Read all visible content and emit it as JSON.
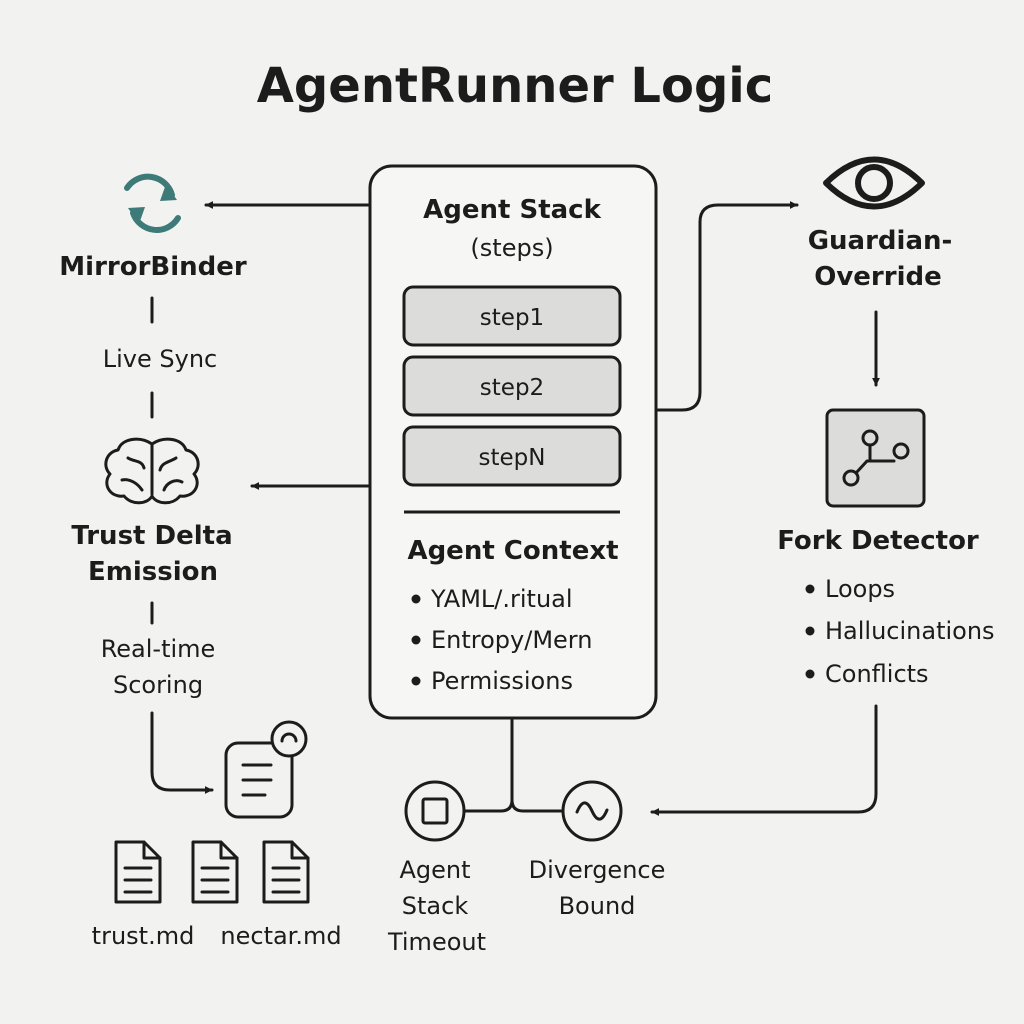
{
  "title": "AgentRunner Logic",
  "agent_stack": {
    "title": "Agent Stack",
    "subtitle": "(steps)",
    "steps": [
      "step1",
      "step2",
      "stepN"
    ],
    "context_title": "Agent Context",
    "context_items": [
      "YAML/.ritual",
      "Entropy/Mern",
      "Permissions"
    ]
  },
  "mirror_binder": {
    "label": "MirrorBinder",
    "icon": "sync-arrows-icon",
    "icon_color": "#3d7a78"
  },
  "live_sync": "Live Sync",
  "trust_delta": {
    "line1": "Trust Delta",
    "line2": "Emission",
    "icon": "brain-icon"
  },
  "real_time": {
    "line1": "Real-time",
    "line2": "Scoring"
  },
  "report": {
    "icon": "document-badge-icon"
  },
  "files": {
    "icons": [
      "file-icon",
      "file-icon",
      "file-icon"
    ],
    "labels": [
      "trust.md",
      "nectar.md"
    ]
  },
  "guardian": {
    "line1": "Guardian-",
    "line2": "Override",
    "icon": "eye-icon"
  },
  "fork_detector": {
    "title": "Fork Detector",
    "icon": "branch-icon",
    "items": [
      "Loops",
      "Hallucinations",
      "Conflicts"
    ]
  },
  "timeout": {
    "lines": [
      "Agent",
      "Stack",
      "Timeout"
    ],
    "icon": "square-circle-icon"
  },
  "divergence": {
    "lines": [
      "Divergence",
      "Bound"
    ],
    "icon": "sine-wave-icon"
  }
}
